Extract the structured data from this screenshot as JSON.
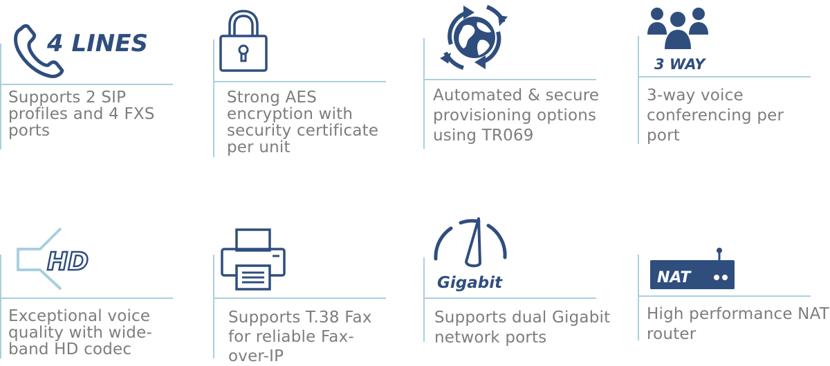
{
  "colors": {
    "icon": "#2f4e7e",
    "rule": "#a9cfe0",
    "text": "#7d7d7d"
  },
  "features": [
    {
      "icon": "phone-icon",
      "badge": "4 LINES",
      "text": "Supports 2 SIP\nprofiles and 4 FXS\nports"
    },
    {
      "icon": "padlock-icon",
      "text": "Strong AES\nencryption with\nsecurity certificate\nper unit"
    },
    {
      "icon": "globe-sync-icon",
      "text": "Automated & secure\nprovisioning options\nusing TR069"
    },
    {
      "icon": "people-group-icon",
      "badge": "3 WAY",
      "text": "3-way voice\nconferencing  per\nport"
    },
    {
      "icon": "hd-speaker-icon",
      "badge": "HD",
      "text": "Exceptional voice\nquality with wide-\nband HD codec"
    },
    {
      "icon": "fax-printer-icon",
      "text": "Supports T.38 Fax\nfor reliable Fax-\nover-IP"
    },
    {
      "icon": "speedometer-icon",
      "badge": "Gigabit",
      "text": "Supports dual Gigabit\nnetwork ports"
    },
    {
      "icon": "router-icon",
      "badge": "NAT",
      "text": "High performance NAT\nrouter"
    }
  ]
}
